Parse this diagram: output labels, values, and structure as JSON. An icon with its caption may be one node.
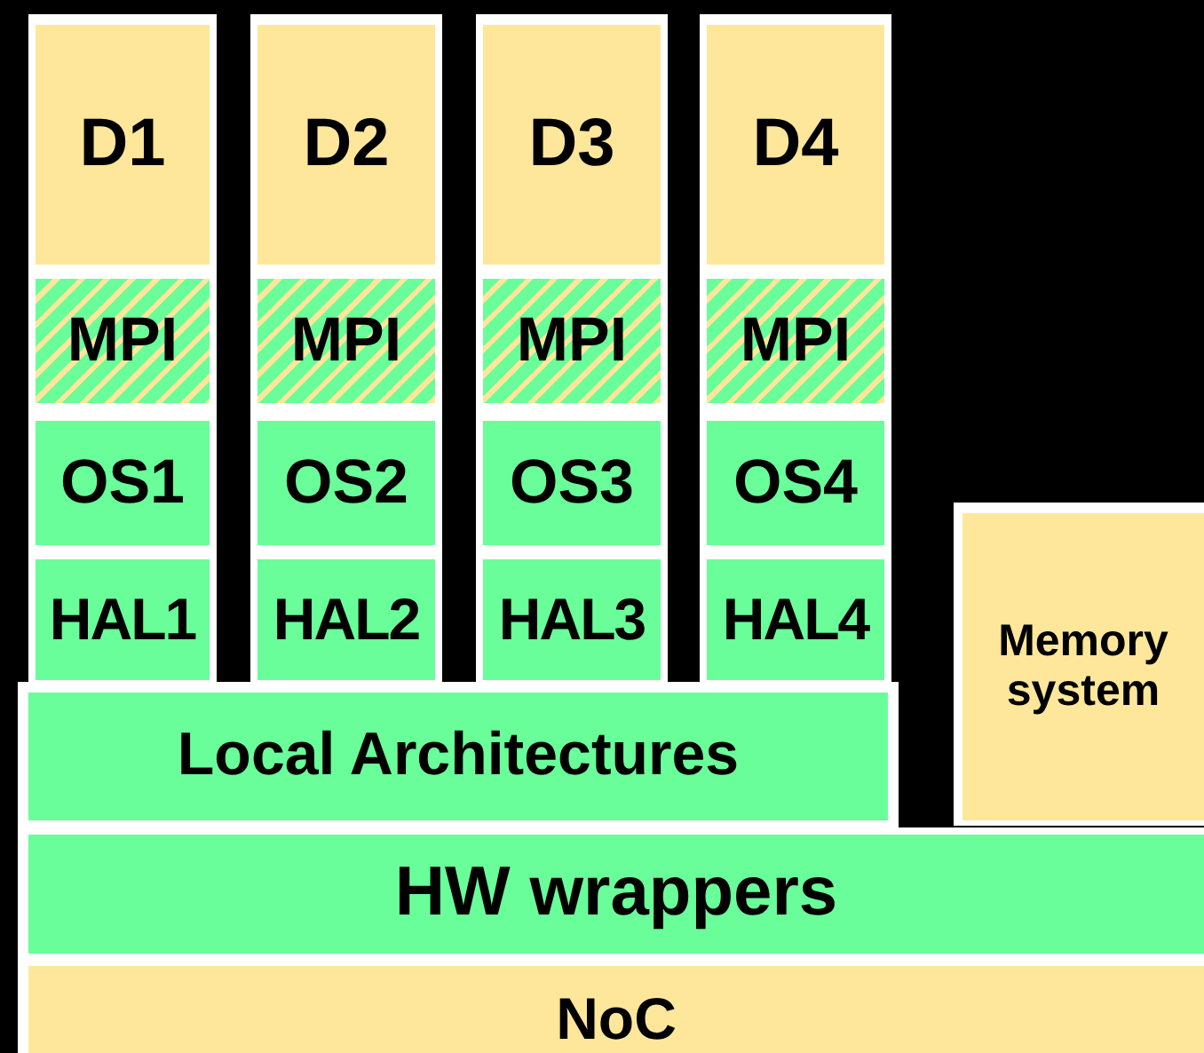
{
  "diagram": {
    "nodes": [
      {
        "text": [
          "D1"
        ]
      },
      {
        "text": [
          "D2"
        ]
      },
      {
        "text": [
          "D3"
        ]
      },
      {
        "text": [
          "D4"
        ]
      },
      {
        "text": [
          "MPI"
        ]
      },
      {
        "text": [
          "MPI"
        ]
      },
      {
        "text": [
          "MPI"
        ]
      },
      {
        "text": [
          "MPI"
        ]
      },
      {
        "text": [
          "OS1"
        ]
      },
      {
        "text": [
          "OS2"
        ]
      },
      {
        "text": [
          "OS3"
        ]
      },
      {
        "text": [
          "OS4"
        ]
      },
      {
        "text": [
          "HAL1"
        ]
      },
      {
        "text": [
          "HAL2"
        ]
      },
      {
        "text": [
          "HAL3"
        ]
      },
      {
        "text": [
          "HAL4"
        ]
      },
      {
        "text": [
          "Memory system"
        ]
      },
      {
        "text": [
          "Local Architectures"
        ]
      },
      {
        "text": [
          "HW wrappers"
        ]
      },
      {
        "text": [
          "NoC"
        ]
      }
    ]
  }
}
